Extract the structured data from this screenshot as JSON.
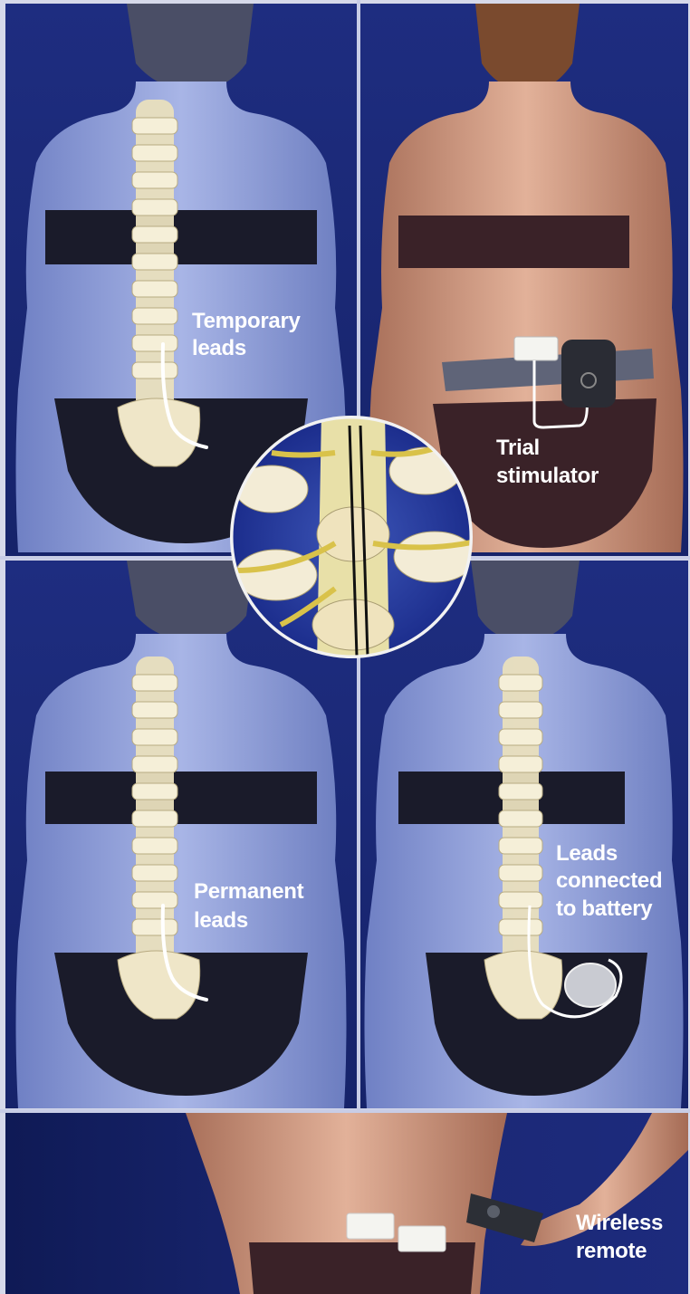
{
  "panels": [
    {
      "id": "temporary-leads",
      "label_lines": [
        "Temporary",
        "leads"
      ],
      "skin": "blue"
    },
    {
      "id": "trial-stimulator",
      "label_lines": [
        "Trial",
        "stimulator"
      ],
      "skin": "natural"
    },
    {
      "id": "permanent-leads",
      "label_lines": [
        "Permanent",
        "leads"
      ],
      "skin": "blue"
    },
    {
      "id": "leads-connected",
      "label_lines": [
        "Leads",
        "connected",
        "to battery"
      ],
      "skin": "blue"
    },
    {
      "id": "wireless-remote",
      "label_lines": [
        "Wireless",
        "remote"
      ],
      "skin": "natural"
    }
  ],
  "colors": {
    "background": "#1b2a78",
    "background_dark": "#0f1a55",
    "divider": "#c8cde6",
    "skin_blue": "#8e9fd9",
    "skin_natural": "#c9937a",
    "garment": "#1a1b2a",
    "bone": "#efe6c8",
    "nerve": "#d9c24a",
    "lead_wire": "#ffffff",
    "label_text": "#ffffff"
  },
  "icons": {
    "inset": "spine-closeup-icon",
    "device_trial": "trial-stimulator-device-icon",
    "device_battery": "implanted-battery-icon",
    "device_remote": "wireless-remote-icon"
  }
}
